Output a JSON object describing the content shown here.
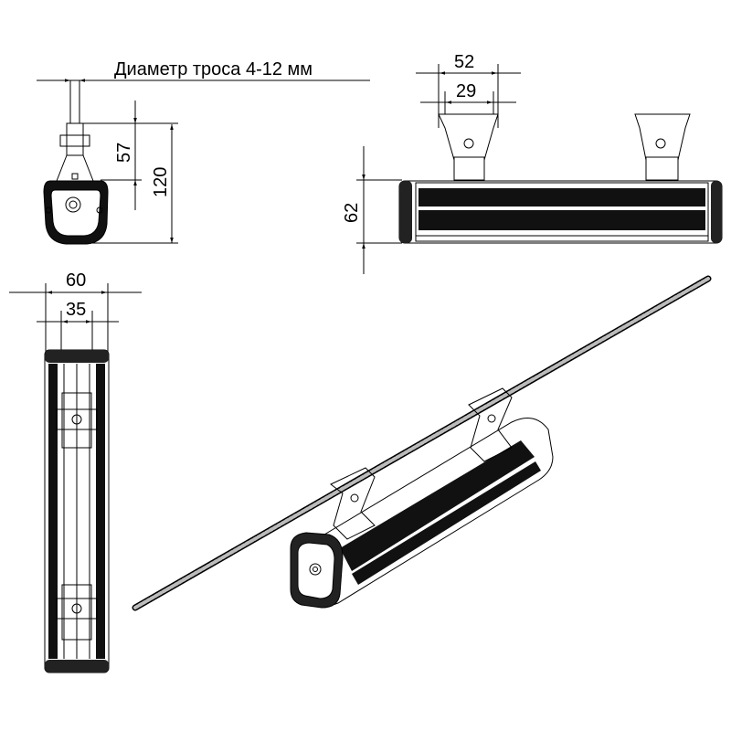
{
  "drawing": {
    "cable_note": "Диаметр троса 4-12 мм",
    "front_view": {
      "dim_bracket": "57",
      "dim_height": "120"
    },
    "side_view": {
      "dim_bracket_outer": "52",
      "dim_bracket_inner": "29",
      "dim_body_height": "62"
    },
    "top_view": {
      "dim_width_outer": "60",
      "dim_width_inner": "35"
    }
  },
  "colors": {
    "line": "#000000",
    "body_fill": "#111111",
    "background": "#ffffff"
  }
}
